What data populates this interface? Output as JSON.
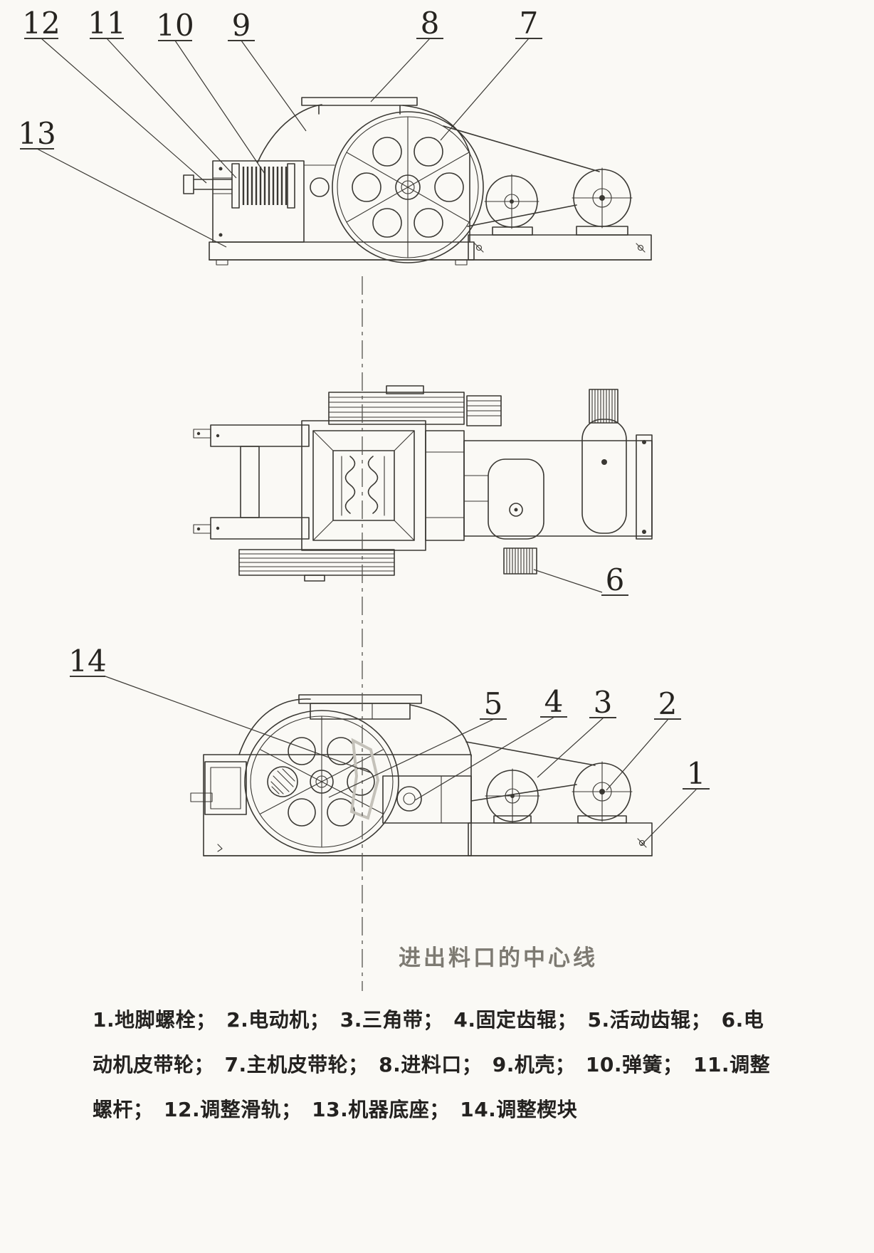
{
  "drawing": {
    "centerline_label": "进出料口的中心线",
    "callouts": [
      "1",
      "2",
      "3",
      "4",
      "5",
      "6",
      "7",
      "8",
      "9",
      "10",
      "11",
      "12",
      "13",
      "14"
    ],
    "legend": {
      "lines": [
        "1.地脚螺栓；　2.电动机；　3.三角带；　4.固定齿辊；　5.活动齿辊；　6.电",
        "动机皮带轮；　7.主机皮带轮；　8.进料口；　9.机壳；　10.弹簧；　11.调整",
        "螺杆；　12.调整滑轨；　13.机器底座；　14.调整楔块"
      ],
      "parts": [
        {
          "num": "1",
          "name": "地脚螺栓"
        },
        {
          "num": "2",
          "name": "电动机"
        },
        {
          "num": "3",
          "name": "三角带"
        },
        {
          "num": "4",
          "name": "固定齿辊"
        },
        {
          "num": "5",
          "name": "活动齿辊"
        },
        {
          "num": "6",
          "name": "电动机皮带轮"
        },
        {
          "num": "7",
          "name": "主机皮带轮"
        },
        {
          "num": "8",
          "name": "进料口"
        },
        {
          "num": "9",
          "name": "机壳"
        },
        {
          "num": "10",
          "name": "弹簧"
        },
        {
          "num": "11",
          "name": "调整螺杆"
        },
        {
          "num": "12",
          "name": "调整滑轨"
        },
        {
          "num": "13",
          "name": "机器底座"
        },
        {
          "num": "14",
          "name": "调整楔块"
        }
      ]
    }
  }
}
